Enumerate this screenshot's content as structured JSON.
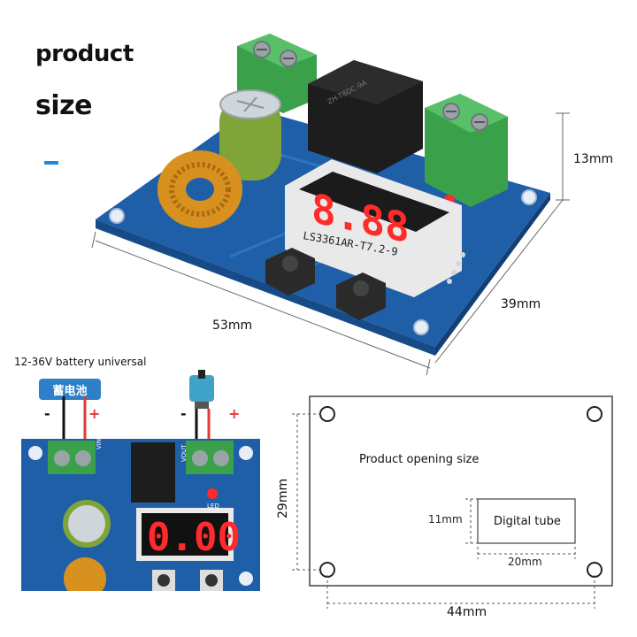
{
  "headline": {
    "line1": "product",
    "line2": "size"
  },
  "board_top": {
    "display_label": "LS3361AR-T7.2-9",
    "digits": "8.88",
    "dims": {
      "height": "13mm",
      "depth": "39mm",
      "width": "53mm"
    }
  },
  "wiring": {
    "caption": "12-36V battery universal",
    "battery_badge": "蓄电池",
    "minus": "-",
    "plus": "+",
    "vin_label": "VIN",
    "vout_label": "VOUT",
    "led_label": "LED",
    "display_text": "0.00"
  },
  "opening_drawing": {
    "title": "Product opening size",
    "tube_label": "Digital tube",
    "dims": {
      "height": "29mm",
      "width": "44mm",
      "tube_height": "11mm",
      "tube_width": "20mm"
    }
  },
  "colors": {
    "pcb_blue": "#1f5fa8",
    "terminal_green": "#3aa14a",
    "relay_black": "#1d1d1d",
    "segment_red": "#ff2a2a",
    "accent_blue": "#1e88e5"
  }
}
